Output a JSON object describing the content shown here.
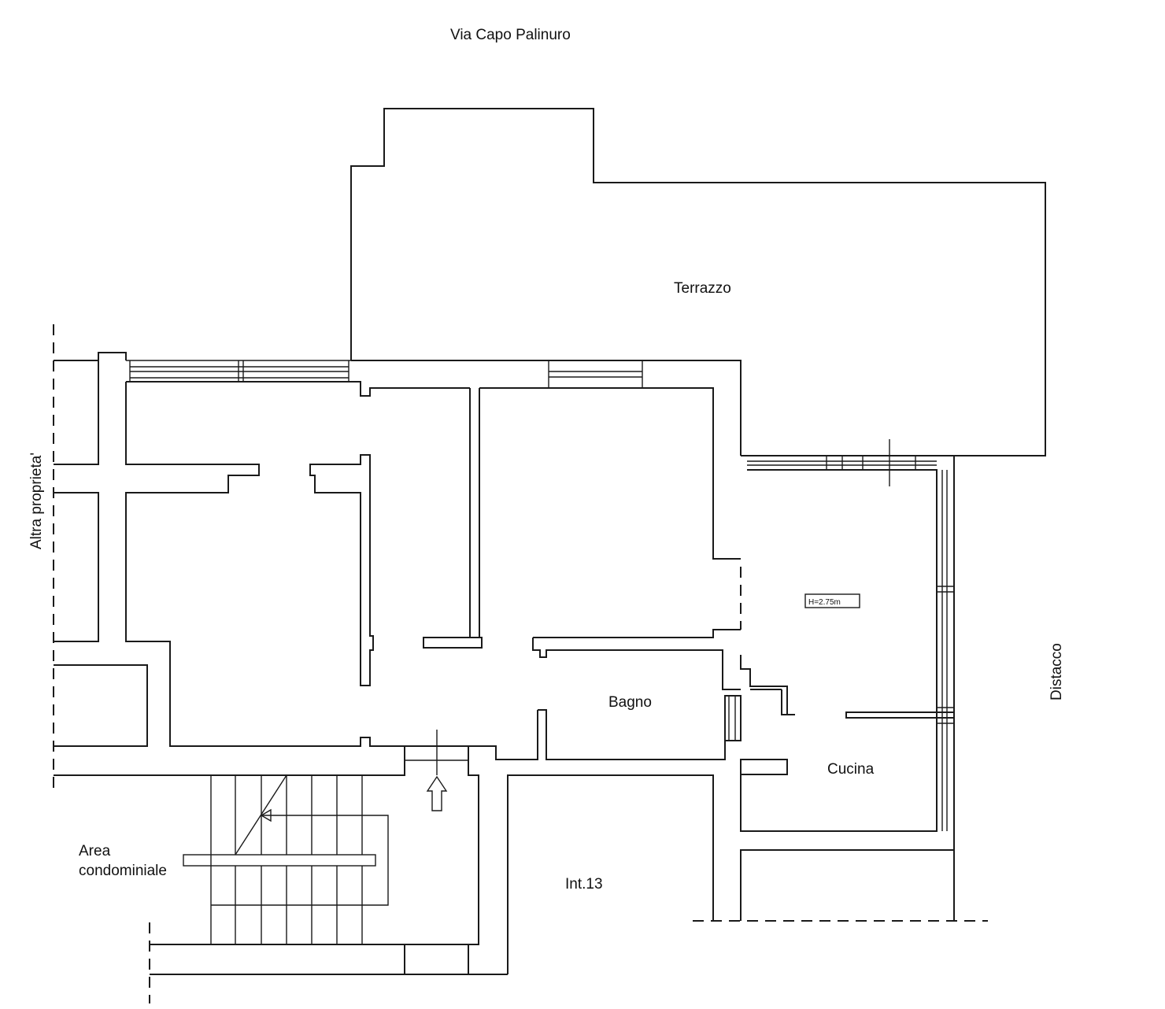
{
  "street_label": "Via Capo Palinuro",
  "rooms": {
    "terrace": "Terrazzo",
    "bathroom": "Bagno",
    "kitchen": "Cucina",
    "unit": "Int.13"
  },
  "areas": {
    "common_line1": "Area",
    "common_line2": "condominiale"
  },
  "sides": {
    "other_property": "Altra proprieta'",
    "setback": "Distacco"
  },
  "ceiling_height": "H=2.75m"
}
